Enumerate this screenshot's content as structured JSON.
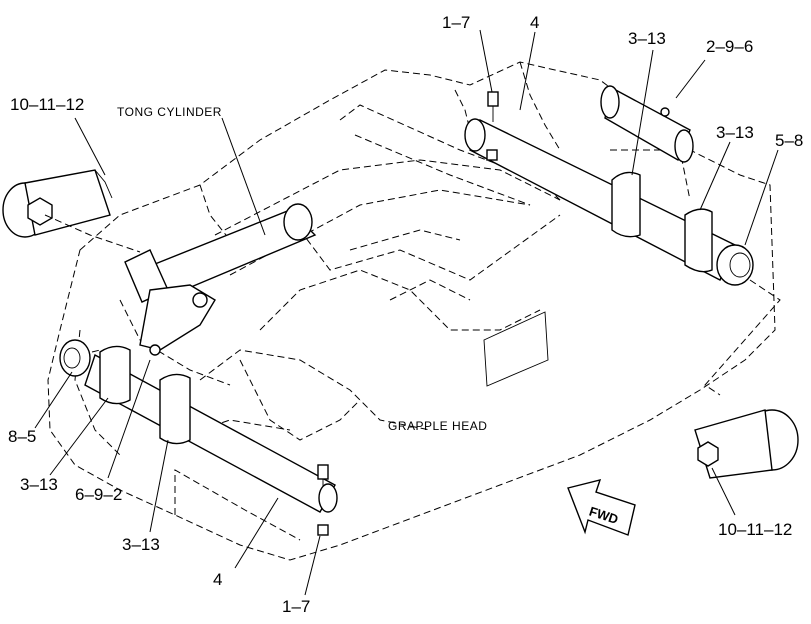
{
  "captions": {
    "tong_cylinder": "TONG CYLINDER",
    "grapple_head": "GRAPPLE HEAD",
    "fwd": "FWD"
  },
  "callouts": {
    "c_1_7_top": "1–7",
    "c_4_top": "4",
    "c_3_13_top": "3–13",
    "c_2_9_6": "2–9–6",
    "c_3_13_right": "3–13",
    "c_5_8": "5–8",
    "c_10_11_12_left": "10–11–12",
    "c_8_5": "8–5",
    "c_3_13_left": "3–13",
    "c_6_9_2": "6–9–2",
    "c_3_13_bottom": "3–13",
    "c_4_bottom": "4",
    "c_1_7_bottom": "1–7",
    "c_10_11_12_right": "10–11–12"
  }
}
